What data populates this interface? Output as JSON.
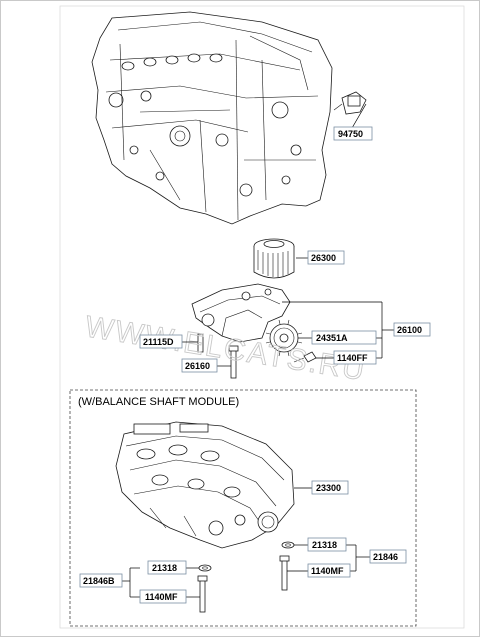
{
  "watermark": "WWW.ELCATS.RU",
  "module_title": "(W/BALANCE SHAFT MODULE)",
  "parts": {
    "sensor": "94750",
    "oil_filter": "26300",
    "pump_assembly": "26100",
    "gear": "24351A",
    "bolt_upper": "1140FF",
    "pin": "21115D",
    "bolt_side": "26160",
    "balance_module": "23300",
    "washer_right": "21318",
    "bolt_right": "1140MF",
    "kit_right": "21846",
    "washer_left": "21318",
    "kit_left": "21846B",
    "bolt_left": "1140MF"
  }
}
